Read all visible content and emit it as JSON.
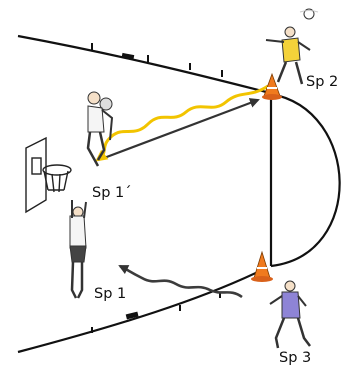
{
  "labels": {
    "sp2": "Sp 2",
    "sp1_prime": "Sp 1´",
    "sp1": "Sp 1",
    "sp3": "Sp 3"
  },
  "colors": {
    "court_line": "#111111",
    "dribble_path_yellow": "#f2c400",
    "dribble_path_dark": "#3c3c3c",
    "pass_arrow": "#333333",
    "cone": "#f07a1e",
    "player_yellow": "#f4d23a",
    "player_purple": "#8e84d6",
    "player_white": "#f5f5f5"
  },
  "icons": {
    "basket": "basketball-hoop-icon",
    "cone": "traffic-cone-icon",
    "player": "basketball-player-icon"
  }
}
